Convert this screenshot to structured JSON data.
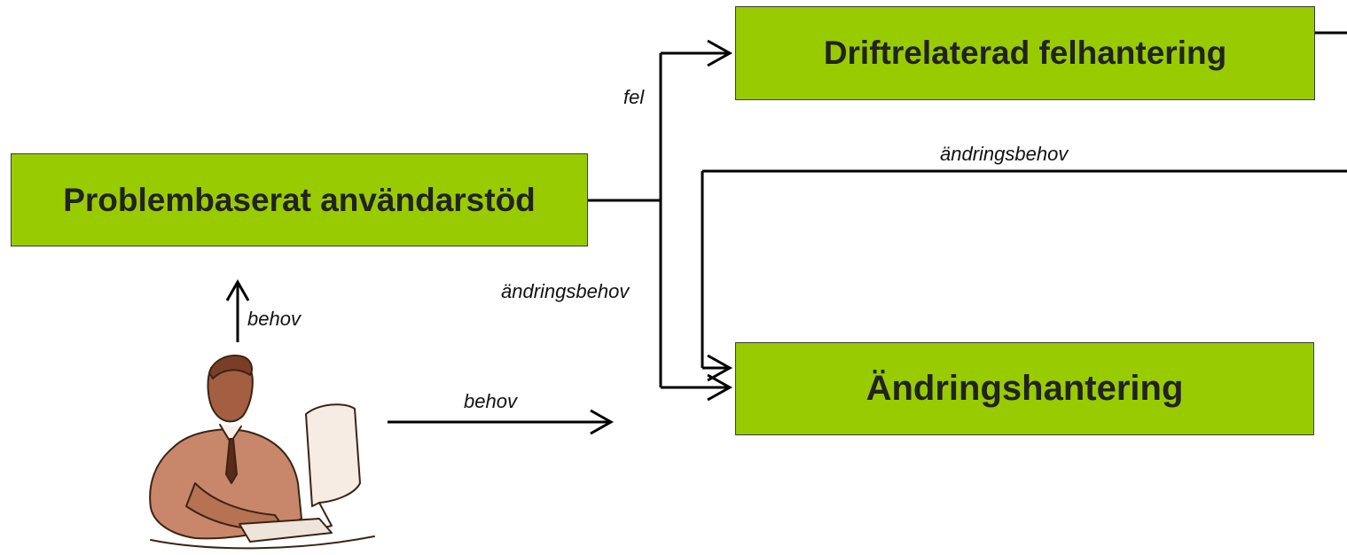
{
  "boxes": {
    "problem": "Problembaserat användarstöd",
    "drift": "Driftrelaterad felhantering",
    "andring": "Ändringshantering"
  },
  "labels": {
    "fel": "fel",
    "andringsbehov_top": "ändringsbehov",
    "andringsbehov_left": "ändringsbehov",
    "behov_up": "behov",
    "behov_right": "behov"
  },
  "colors": {
    "box_fill": "#99cc00",
    "line": "#000000"
  }
}
